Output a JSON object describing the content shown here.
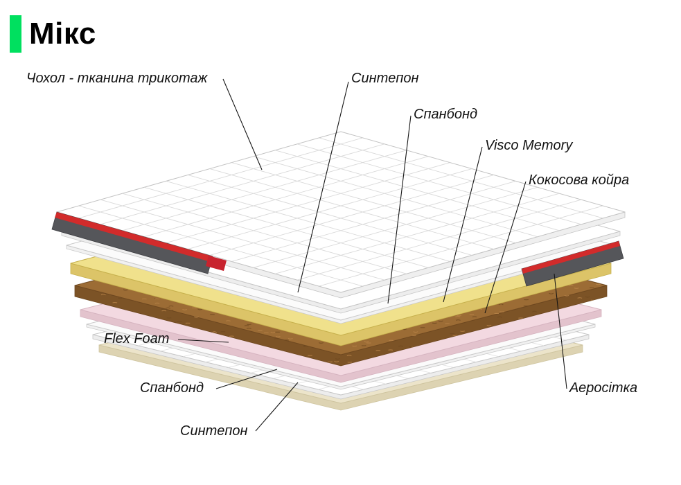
{
  "title": "Мікс",
  "accent_color": "#00e05f",
  "line_color": "#151515",
  "side_band_color": "#55565a",
  "piping_color": "#d22b2b",
  "brand_tag_color": "#c8232e",
  "layers": [
    {
      "id": "cover",
      "label": "Чохол - тканина трикотаж",
      "color": "#ffffff"
    },
    {
      "id": "sintepon-top",
      "label": "Синтепон",
      "color": "#ffffff"
    },
    {
      "id": "spanbond-top",
      "label": "Спанбонд",
      "color": "#fbfbfb"
    },
    {
      "id": "visco",
      "label": "Visco Memory",
      "color": "#f0e18c"
    },
    {
      "id": "coir",
      "label": "Кокосова койра",
      "color": "#9c6c35"
    },
    {
      "id": "flex-foam",
      "label": "Flex Foam",
      "color": "#f3d9e1"
    },
    {
      "id": "spanbond-bottom",
      "label": "Спанбонд",
      "color": "#fbfbfb"
    },
    {
      "id": "sintepon-bottom",
      "label": "Синтепон",
      "color": "#ffffff"
    },
    {
      "id": "aerositka",
      "label": "Аеросітка",
      "color": "#ece4ca"
    }
  ]
}
